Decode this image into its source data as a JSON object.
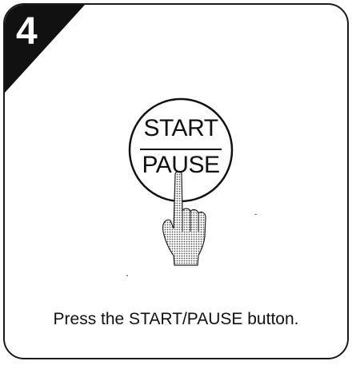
{
  "step": {
    "number": "4"
  },
  "button": {
    "label_top": "START",
    "label_bottom": "PAUSE",
    "icon": "pointing-hand-icon"
  },
  "instruction": {
    "text": "Press the START/PAUSE button."
  },
  "colors": {
    "ink": "#111111",
    "background": "#ffffff",
    "border": "#1a1a1a"
  }
}
